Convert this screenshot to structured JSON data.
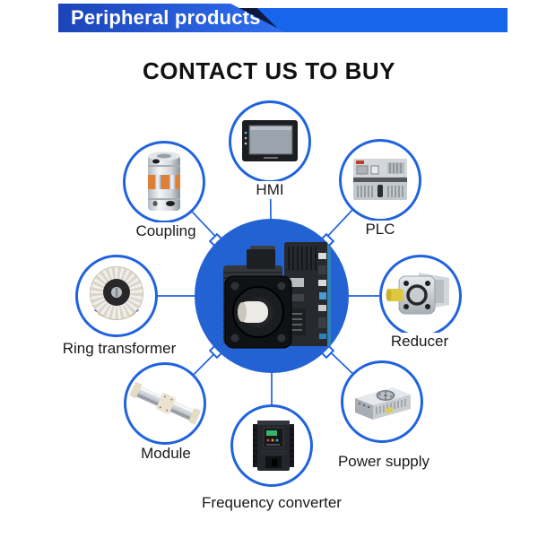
{
  "banner": {
    "title": "Peripheral products"
  },
  "heading": "CONTACT US TO BUY",
  "colors": {
    "accent_blue": "#2063dd",
    "hub_blue": "#2262d3",
    "banner_left_gradient_start": "#1c44b8",
    "banner_left_gradient_end": "#2f6ff2",
    "banner_right": "#1566eb",
    "banner_fold": "#0c1840",
    "heading_color": "#111111",
    "label_color": "#1a1a1a"
  },
  "diagram": {
    "center": {
      "name": "servo motor and drive",
      "icon": "servo-motor-drive-icon"
    },
    "items": [
      {
        "key": "coupling",
        "label": "Coupling",
        "icon": "coupling-icon"
      },
      {
        "key": "hmi",
        "label": "HMI",
        "icon": "hmi-icon"
      },
      {
        "key": "plc",
        "label": "PLC",
        "icon": "plc-icon"
      },
      {
        "key": "ring-transformer",
        "label": "Ring transformer",
        "icon": "ring-transformer-icon"
      },
      {
        "key": "reducer",
        "label": "Reducer",
        "icon": "reducer-icon"
      },
      {
        "key": "module",
        "label": "Module",
        "icon": "module-icon"
      },
      {
        "key": "power-supply",
        "label": "Power supply",
        "icon": "power-supply-icon"
      },
      {
        "key": "frequency-converter",
        "label": "Frequency converter",
        "icon": "frequency-converter-icon"
      }
    ]
  }
}
